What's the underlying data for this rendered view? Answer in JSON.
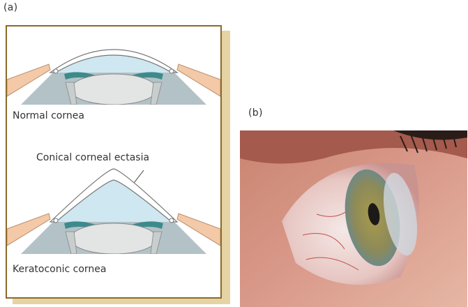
{
  "panel_a": {
    "letter": "(a)",
    "normal_caption": "Normal cornea",
    "ectasia_caption": "Conical corneal ectasia",
    "keratoconic_caption": "Keratoconic cornea"
  },
  "panel_b": {
    "letter": "(b)"
  }
}
